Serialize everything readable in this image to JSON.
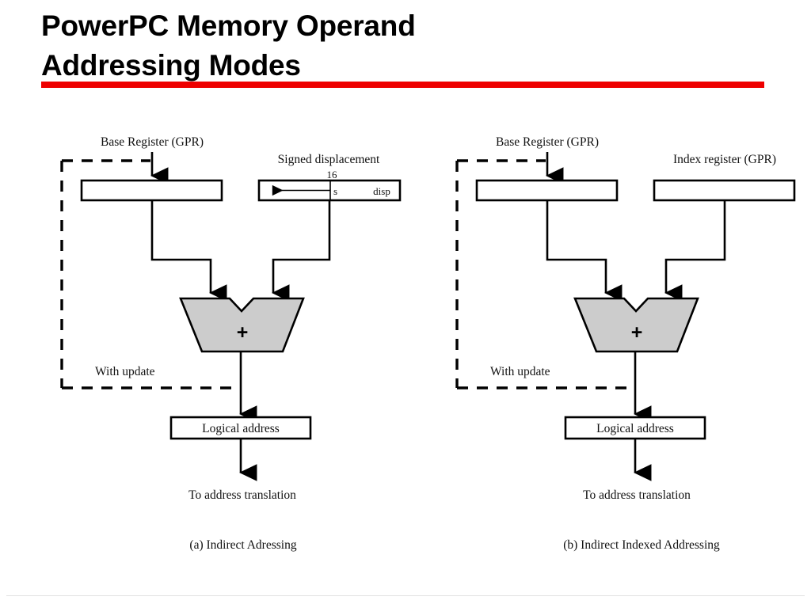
{
  "slide": {
    "title": "PowerPC Memory Operand\nAddressing Modes",
    "accent_color": "#ee0000",
    "background_color": "#ffffff"
  },
  "figure": {
    "alu_fill_color": "#cccccc",
    "diagrams": [
      {
        "id": "indirect-addressing",
        "caption": "(a) Indirect Adressing",
        "base_register_label": "Base Register (GPR)",
        "operand_label": "Signed displacement",
        "operand_bits": "16",
        "operand_sign_field": "s",
        "operand_disp_field": "disp",
        "update_label": "With update",
        "adder_symbol": "+",
        "result_label": "Logical address",
        "output_label": "To address translation"
      },
      {
        "id": "indirect-indexed-addressing",
        "caption": "(b) Indirect Indexed Addressing",
        "base_register_label": "Base Register (GPR)",
        "operand_label": "Index register (GPR)",
        "update_label": "With update",
        "adder_symbol": "+",
        "result_label": "Logical address",
        "output_label": "To address translation"
      }
    ]
  }
}
